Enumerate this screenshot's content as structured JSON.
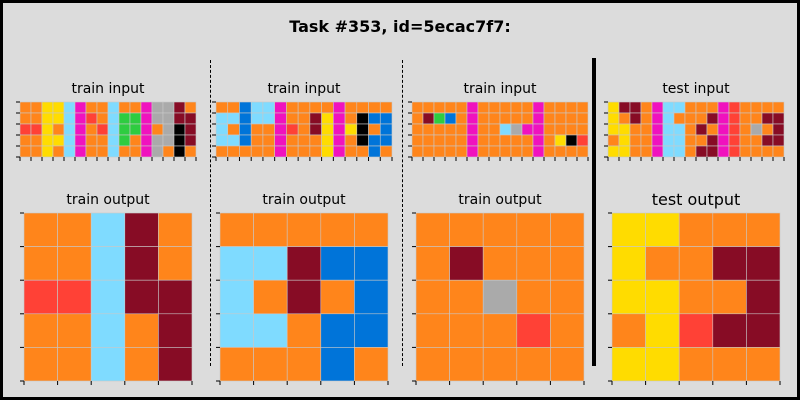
{
  "title": "Task #353, id=5ecac7f7:",
  "palette": {
    "0": "#000000",
    "1": "#0074D9",
    "2": "#FF4136",
    "3": "#2ECC40",
    "4": "#FFDC00",
    "5": "#AAAAAA",
    "6": "#F012BE",
    "7": "#FF851B",
    "8": "#7FDBFF",
    "9": "#870C25"
  },
  "panels": [
    {
      "label": "train input",
      "grid": [
        [
          7,
          7,
          4,
          4,
          8,
          6,
          7,
          7,
          8,
          7,
          7,
          6,
          5,
          5,
          9,
          7
        ],
        [
          7,
          7,
          4,
          4,
          8,
          6,
          2,
          7,
          8,
          3,
          3,
          6,
          5,
          5,
          9,
          9
        ],
        [
          2,
          2,
          4,
          7,
          8,
          6,
          7,
          2,
          8,
          3,
          3,
          6,
          7,
          5,
          0,
          9
        ],
        [
          7,
          7,
          4,
          4,
          8,
          6,
          7,
          7,
          8,
          3,
          7,
          6,
          5,
          5,
          0,
          9
        ],
        [
          7,
          7,
          4,
          7,
          8,
          6,
          7,
          7,
          8,
          7,
          7,
          6,
          5,
          7,
          0,
          7
        ]
      ]
    },
    {
      "label": "train input",
      "grid": [
        [
          7,
          7,
          1,
          8,
          8,
          6,
          7,
          7,
          7,
          7,
          6,
          7,
          7,
          7,
          7
        ],
        [
          8,
          8,
          1,
          8,
          8,
          6,
          7,
          7,
          9,
          4,
          6,
          7,
          0,
          1,
          1
        ],
        [
          8,
          7,
          1,
          7,
          7,
          6,
          2,
          7,
          9,
          4,
          6,
          4,
          0,
          7,
          1
        ],
        [
          8,
          8,
          1,
          7,
          7,
          6,
          7,
          7,
          7,
          4,
          6,
          7,
          0,
          1,
          1
        ],
        [
          7,
          7,
          7,
          7,
          7,
          6,
          7,
          7,
          7,
          4,
          6,
          7,
          7,
          1,
          7
        ]
      ]
    },
    {
      "label": "train input",
      "grid": [
        [
          7,
          7,
          7,
          7,
          7,
          6,
          7,
          7,
          7,
          7,
          7,
          6,
          7,
          7,
          7,
          7
        ],
        [
          7,
          9,
          3,
          1,
          7,
          6,
          7,
          7,
          7,
          7,
          7,
          6,
          7,
          7,
          7,
          7
        ],
        [
          7,
          7,
          7,
          7,
          7,
          6,
          7,
          7,
          8,
          5,
          6,
          6,
          7,
          7,
          7,
          7
        ],
        [
          7,
          7,
          7,
          7,
          7,
          6,
          7,
          7,
          7,
          7,
          7,
          6,
          7,
          4,
          0,
          2
        ],
        [
          7,
          7,
          7,
          7,
          7,
          6,
          7,
          7,
          7,
          7,
          7,
          6,
          7,
          7,
          7,
          7
        ]
      ]
    },
    {
      "label": "test input",
      "grid": [
        [
          4,
          9,
          9,
          7,
          6,
          8,
          8,
          7,
          7,
          7,
          6,
          2,
          7,
          7,
          7,
          7
        ],
        [
          4,
          7,
          9,
          7,
          6,
          8,
          7,
          7,
          7,
          9,
          6,
          2,
          7,
          7,
          9,
          9
        ],
        [
          4,
          4,
          7,
          7,
          6,
          8,
          8,
          7,
          9,
          7,
          6,
          2,
          7,
          5,
          7,
          9
        ],
        [
          7,
          4,
          7,
          7,
          6,
          8,
          8,
          7,
          7,
          9,
          6,
          2,
          7,
          7,
          9,
          9
        ],
        [
          4,
          4,
          7,
          7,
          6,
          8,
          8,
          7,
          9,
          9,
          6,
          2,
          7,
          7,
          7,
          7
        ]
      ]
    },
    {
      "label": "train output",
      "grid": [
        [
          7,
          7,
          8,
          9,
          7
        ],
        [
          7,
          7,
          8,
          9,
          7
        ],
        [
          2,
          2,
          8,
          9,
          9
        ],
        [
          7,
          7,
          8,
          7,
          9
        ],
        [
          7,
          7,
          8,
          7,
          9
        ]
      ]
    },
    {
      "label": "train output",
      "grid": [
        [
          7,
          7,
          7,
          7,
          7
        ],
        [
          8,
          8,
          9,
          1,
          1
        ],
        [
          8,
          7,
          9,
          7,
          1
        ],
        [
          8,
          8,
          7,
          1,
          1
        ],
        [
          7,
          7,
          7,
          1,
          7
        ]
      ]
    },
    {
      "label": "train output",
      "grid": [
        [
          7,
          7,
          7,
          7,
          7
        ],
        [
          7,
          9,
          7,
          7,
          7
        ],
        [
          7,
          7,
          5,
          7,
          7
        ],
        [
          7,
          7,
          7,
          2,
          7
        ],
        [
          7,
          7,
          7,
          7,
          7
        ]
      ]
    },
    {
      "label": "test output",
      "grid": [
        [
          4,
          4,
          7,
          7,
          7
        ],
        [
          4,
          7,
          7,
          9,
          9
        ],
        [
          4,
          4,
          7,
          7,
          9
        ],
        [
          7,
          4,
          2,
          9,
          9
        ],
        [
          4,
          4,
          7,
          7,
          7
        ]
      ]
    }
  ]
}
